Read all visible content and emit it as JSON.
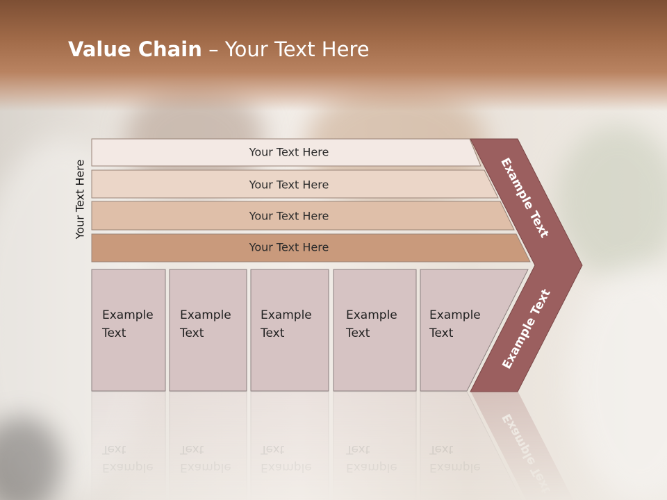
{
  "title": {
    "bold": "Value Chain",
    "rest": " – Your Text Here"
  },
  "side_label": "Your Text Here",
  "rows": [
    {
      "label": "Your Text Here",
      "color": "#f3e9e4"
    },
    {
      "label": "Your Text Here",
      "color": "#ebd6c8"
    },
    {
      "label": "Your Text Here",
      "color": "#dfbfa9"
    },
    {
      "label": "Your Text Here",
      "color": "#c99a7c"
    }
  ],
  "boxes": [
    {
      "line1": "Example",
      "line2": "Text"
    },
    {
      "line1": "Example",
      "line2": "Text"
    },
    {
      "line1": "Example",
      "line2": "Text"
    },
    {
      "line1": "Example",
      "line2": "Text"
    },
    {
      "line1": "Example",
      "line2": "Text"
    }
  ],
  "chevron": {
    "upper": "Example Text",
    "lower": "Example Text",
    "color": "#9b5f5f"
  },
  "colors": {
    "box_fill": "#d6c3c3",
    "box_stroke": "#8b7f7f",
    "header": "#a06a48"
  }
}
